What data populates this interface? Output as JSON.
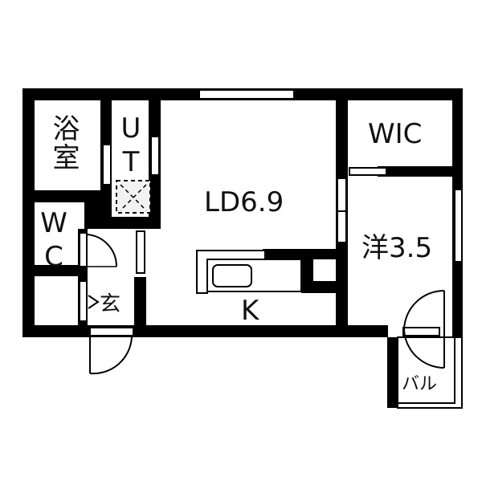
{
  "floor_plan": {
    "rooms": {
      "bath": {
        "label": "浴室"
      },
      "utility": {
        "label": "UT"
      },
      "toilet": {
        "label": "WC"
      },
      "entrance": {
        "label": "玄"
      },
      "living_dining": {
        "label": "LD6.9"
      },
      "kitchen": {
        "label": "K"
      },
      "walk_in_closet": {
        "label": "WIC"
      },
      "western_room": {
        "label": "洋3.5"
      },
      "balcony": {
        "label": "バル"
      }
    },
    "colors": {
      "wall": "#000000",
      "background": "#ffffff"
    }
  }
}
